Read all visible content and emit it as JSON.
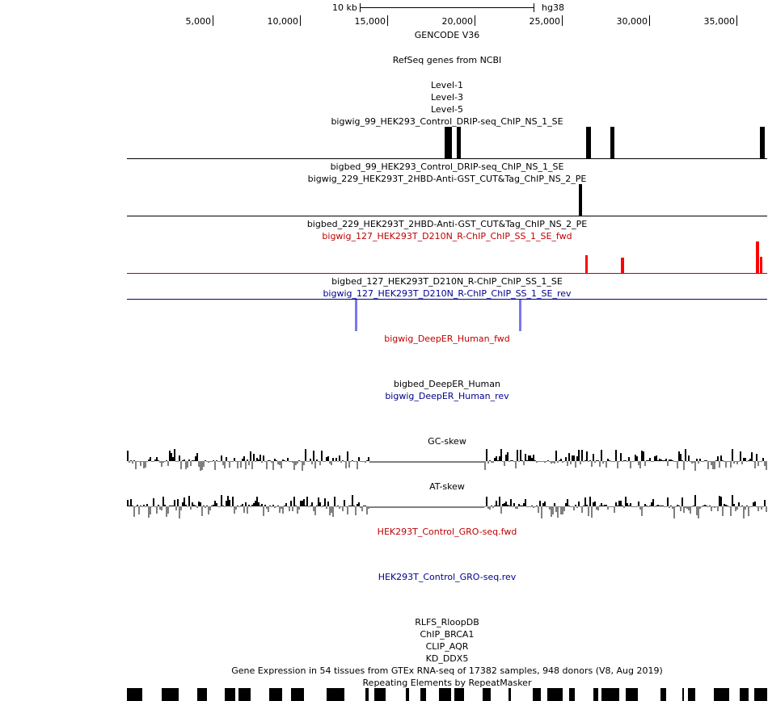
{
  "ruler": {
    "scale_label": "10 kb",
    "assembly": "hg38",
    "ticks": [
      "5,000",
      "10,000",
      "15,000",
      "20,000",
      "25,000",
      "30,000",
      "35,000"
    ]
  },
  "tracks": {
    "gencode": "GENCODE V36",
    "refseq": "RefSeq genes from NCBI",
    "level1": "Level-1",
    "level3": "Level-3",
    "level5": "Level-5",
    "bigwig99": "bigwig_99_HEK293_Control_DRIP-seq_ChIP_NS_1_SE",
    "bigbed99": "bigbed_99_HEK293_Control_DRIP-seq_ChIP_NS_1_SE",
    "bigwig229": "bigwig_229_HEK293T_2HBD-Anti-GST_CUT&Tag_ChIP_NS_2_PE",
    "bigbed229": "bigbed_229_HEK293T_2HBD-Anti-GST_CUT&Tag_ChIP_NS_2_PE",
    "bigwig127fwd": "bigwig_127_HEK293T_D210N_R-ChIP_ChIP_SS_1_SE_fwd",
    "bigbed127": "bigbed_127_HEK293T_D210N_R-ChIP_ChIP_SS_1_SE",
    "bigwig127rev": "bigwig_127_HEK293T_D210N_R-ChIP_ChIP_SS_1_SE_rev",
    "deeperfwd": "bigwig_DeepER_Human_fwd",
    "deeperbed": "bigbed_DeepER_Human",
    "deeperrev": "bigwig_DeepER_Human_rev",
    "gcskew": "GC-skew",
    "atskew": "AT-skew",
    "grofwd": "HEK293T_Control_GRO-seq.fwd",
    "grorev": "HEK293T_Control_GRO-seq.rev",
    "rlfs": "RLFS_RloopDB",
    "brca1": "ChIP_BRCA1",
    "aqr": "CLIP_AQR",
    "ddx5": "KD_DDX5",
    "gtex": "Gene Expression in 54 tissues from GTEx RNA-seq of 17382 samples, 948 donors (V8, Aug 2019)",
    "repeats": "Repeating Elements by RepeatMasker"
  },
  "colors": {
    "positive_strand": "#c00000",
    "negative_strand": "#00008c",
    "signal_black": "#000000",
    "rev_signal": "#7878f0",
    "skew_negative": "#808080",
    "fwd_peak": "#ff0000"
  }
}
